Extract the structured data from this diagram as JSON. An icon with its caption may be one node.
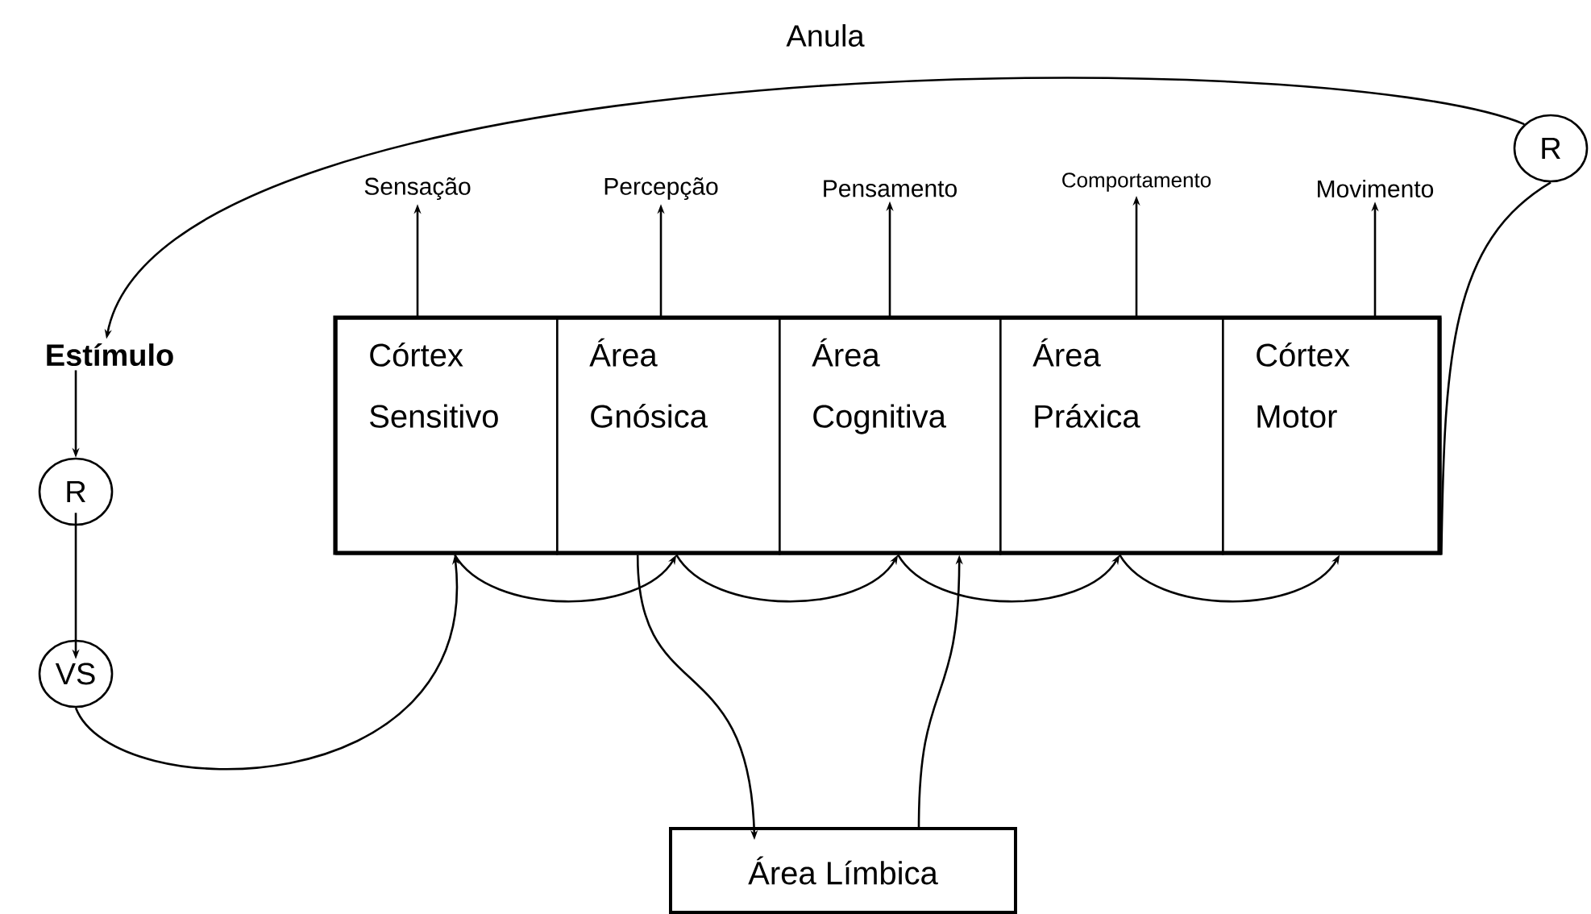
{
  "diagram": {
    "nodes": [
      {
        "text": [
          "R"
        ]
      },
      {
        "text": [
          "Sensação"
        ]
      },
      {
        "text": [
          "Percepção"
        ]
      },
      {
        "text": [
          "Pensamento"
        ]
      },
      {
        "text": [
          "Comportamento"
        ]
      },
      {
        "text": [
          "Movimento"
        ]
      },
      {
        "text": [
          "Estímulo"
        ]
      },
      {
        "text": [
          "Córtex Sensitivo"
        ]
      },
      {
        "text": [
          "Área Gnósica"
        ]
      },
      {
        "text": [
          "Área Cognitiva"
        ]
      },
      {
        "text": [
          "Área Práxica"
        ]
      },
      {
        "text": [
          "Córtex Motor"
        ]
      },
      {
        "text": [
          "R"
        ]
      },
      {
        "text": [
          "VS"
        ]
      },
      {
        "text": [
          "Área Límbica"
        ]
      }
    ],
    "edges": [
      {
        "from": 11,
        "to": 0,
        "arrow": "none"
      },
      {
        "from": 0,
        "to": 6,
        "arrow": "to",
        "label": "Anula"
      },
      {
        "from": 6,
        "to": 12,
        "arrow": "to"
      },
      {
        "from": 12,
        "to": 13,
        "arrow": "to"
      },
      {
        "from": 13,
        "to": 7,
        "arrow": "to"
      },
      {
        "from": 7,
        "to": 8,
        "arrow": "to"
      },
      {
        "from": 8,
        "to": 9,
        "arrow": "to"
      },
      {
        "from": 9,
        "to": 10,
        "arrow": "to"
      },
      {
        "from": 10,
        "to": 11,
        "arrow": "to"
      },
      {
        "from": 8,
        "to": 14,
        "arrow": "to"
      },
      {
        "from": 14,
        "to": 9,
        "arrow": "to"
      },
      {
        "from": 7,
        "to": 1,
        "arrow": "to"
      },
      {
        "from": 8,
        "to": 2,
        "arrow": "to"
      },
      {
        "from": 9,
        "to": 3,
        "arrow": "to"
      },
      {
        "from": 10,
        "to": 4,
        "arrow": "to"
      },
      {
        "from": 11,
        "to": 5,
        "arrow": "to"
      }
    ]
  }
}
